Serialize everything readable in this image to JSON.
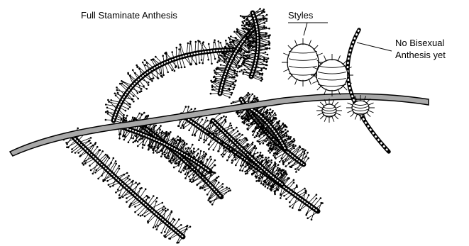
{
  "labels": {
    "full_staminate": "Full Staminate Anthesis",
    "styles": "Styles",
    "no_bisexual_line1": "No Bisexual",
    "no_bisexual_line2": "Anthesis yet"
  },
  "colors": {
    "ink": "#000000",
    "stem_fill": "#a8a8a8",
    "background": "#ffffff"
  },
  "parts": [
    "branch-stem",
    "staminate-catkin",
    "bisexual-catkin",
    "pistillate-flower-cluster"
  ]
}
